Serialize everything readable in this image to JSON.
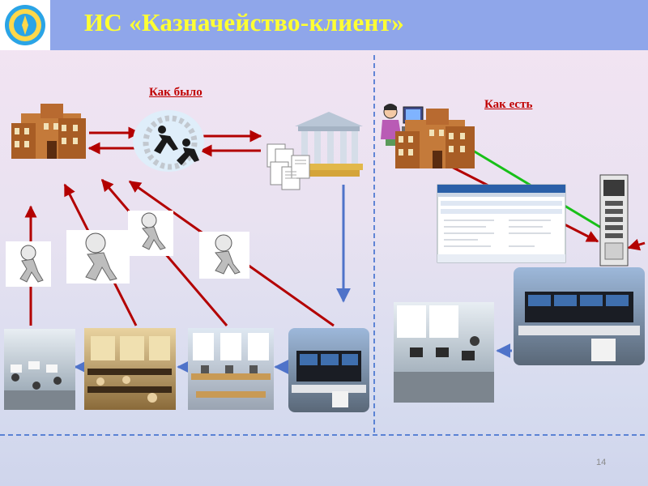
{
  "slide": {
    "title": "ИС «Казначейство-клиент»",
    "label_before": "Как было",
    "label_now": "Как есть",
    "page_number": "14"
  },
  "colors": {
    "header": "#8fa6ea",
    "title_text": "#ffff33",
    "label_text": "#c00000",
    "arrow_red": "#b30000",
    "arrow_blue": "#4f73c9",
    "arrow_green": "#18c018"
  },
  "icons": [
    "emblem-logo",
    "school-building-icon",
    "runners-clock-icon",
    "bank-building-icon",
    "documents-icon",
    "clock-runner-icon",
    "person-at-computer-icon",
    "server-tower-icon",
    "app-screenshot",
    "office-photo"
  ]
}
